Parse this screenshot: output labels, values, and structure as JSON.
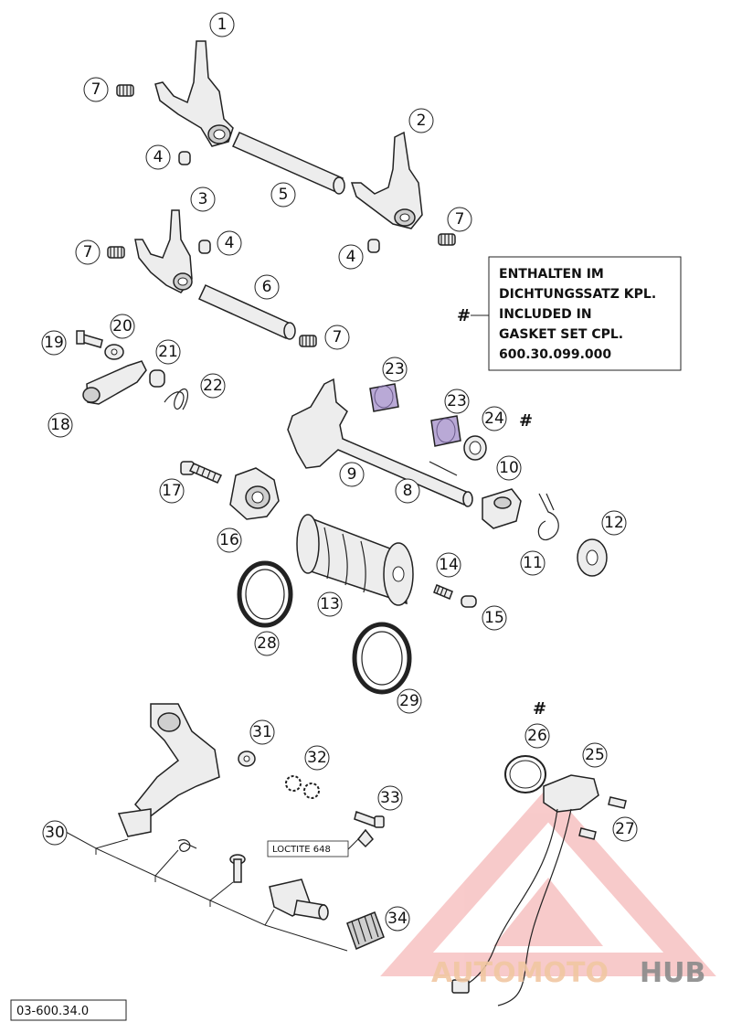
{
  "callouts": [
    "1",
    "2",
    "3",
    "4",
    "5",
    "6",
    "7",
    "8",
    "9",
    "10",
    "11",
    "12",
    "13",
    "14",
    "15",
    "16",
    "17",
    "18",
    "19",
    "20",
    "21",
    "22",
    "23",
    "24",
    "25",
    "26",
    "27",
    "28",
    "29",
    "30",
    "31",
    "32",
    "33",
    "34"
  ],
  "note": {
    "lines": [
      "ENTHALTEN IM",
      "DICHTUNGSSATZ KPL.",
      "INCLUDED IN",
      "GASKET SET CPL.",
      "600.30.099.000"
    ],
    "marker": "#"
  },
  "part_24_marker": "#",
  "part_26_marker": "#",
  "loctite_label": "LOCTITE 648",
  "drawing_number": "03-600.34.0",
  "watermark": {
    "text_orange": "AUTOMOTO",
    "text_gray": "HUB",
    "logo_color": "#f2a0a0",
    "text_color_orange": "#f1c7a2",
    "text_color_gray": "#8a8a8a"
  },
  "colors": {
    "line": "#222222",
    "part_fill": "#ededed",
    "highlight": "#b9a9d6"
  }
}
